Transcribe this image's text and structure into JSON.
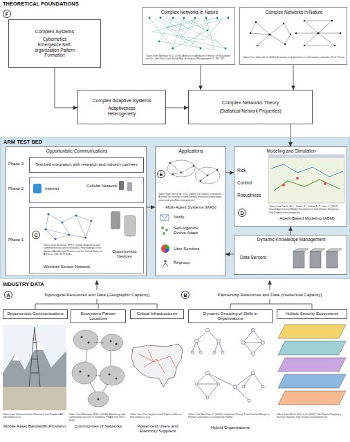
{
  "diagram": {
    "nodes": [
      {
        "text": [
          "Complex Systems",
          "Cybernetics Emergence Self-organization Pattern Formation"
        ]
      },
      {
        "text": [
          "Complex Networks in Nature",
          "Taken from Martinez N.D. (1991) Artifacts or Attributes? Effects of Resolution on the Little Rock Lake Food Web. Ecological Monographs 61, 367-392."
        ]
      },
      {
        "text": [
          "Complex Networks in Nature",
          "Taken from Valverde S. (2005) Evolution and dynamics in information networks, Ph.D Thesis."
        ]
      },
      {
        "text": [
          "Complex Adaptive Systems",
          "Adaptiveness Heterogeneity"
        ]
      },
      {
        "text": [
          "Complex Networks Theory",
          "(Statistical Network Properties)"
        ]
      },
      {
        "text": [
          "ARM TEST BED"
        ]
      },
      {
        "text": [
          "Opportunistic Communications"
        ],
        "in": 5
      },
      {
        "text": [
          "Test bed integration with research and industry partners"
        ],
        "in": 6
      },
      {
        "text": [
          "Internet",
          "Cellular Network"
        ],
        "in": 6
      },
      {
        "text": [
          "Wireless Sensor Network",
          "Opportunistic Devices",
          "Taken from Newman, M.E.J. (2006) Modularity and community structure in networks, Proceedings of the National Academy of Sciences of the United States of America, 103, 8577-8582."
        ],
        "in": 6
      },
      {
        "text": [
          "C"
        ],
        "in": 9
      },
      {
        "text": [
          "Applications",
          "Taken from Giess, M. et al. (2003) The holonic enterprise: A model for Internet-enabled global manufacturing supply chain and workflow management.",
          "Multi-Agent Systems (MAS)",
          "Notify",
          "Self-organize Evolve Adapt",
          "User Services",
          "Regroup"
        ],
        "in": 5
      },
      {
        "text": [
          "E"
        ],
        "in": 11
      },
      {
        "text": [
          "Modeling and Simulation",
          "Risk",
          "Control",
          "Robustness",
          "Agent-Based Modeling (ABM)",
          "Taken from North, M.J., Tatara, E., Collier, N.T., Ozik, J. (2007) Visual Agent-based Model Development with Repast Simphony, http://repast.sourceforge.net"
        ],
        "in": 5
      },
      {
        "text": [
          "D"
        ],
        "in": 13
      },
      {
        "text": [
          "Dynamic Knowledge Management",
          "Data Servers"
        ],
        "in": 5
      },
      {
        "text": [
          "F"
        ]
      },
      {
        "text": [
          "A"
        ]
      },
      {
        "text": [
          "B"
        ]
      },
      {
        "text": [
          "Opportunistic Communications"
        ]
      },
      {
        "text": [
          "Ecosystem Partner Locations"
        ]
      },
      {
        "text": [
          "Critical Infrastructures"
        ]
      },
      {
        "text": [
          "Dynamic Grouping of Skills in Organizations"
        ]
      },
      {
        "text": [
          "Holistic Security Ecosystems"
        ]
      }
    ],
    "edges": [
      {
        "from": 0,
        "to": 3,
        "arrow": "to"
      },
      {
        "from": 1,
        "to": 4,
        "arrow": "to"
      },
      {
        "from": 2,
        "to": 4,
        "arrow": "to"
      },
      {
        "from": 3,
        "to": 4,
        "arrow": "to"
      },
      {
        "from": 4,
        "to": 13,
        "arrow": "to"
      },
      {
        "from": 15,
        "to": 11,
        "arrow": "to"
      },
      {
        "from": 6,
        "to": 11,
        "arrow": "to"
      },
      {
        "from": 11,
        "to": 13,
        "arrow": "to"
      },
      {
        "from": 15,
        "to": 13,
        "arrow": "to"
      }
    ],
    "labels": [
      "THEORETICAL FOUNDATIONS",
      "Phase 3",
      "Phase 2",
      "Phase 1",
      "INDUSTRY DATA",
      "Topological Resources and Data (Geographic Capacity)",
      "Partnership Resources and Data (Intellectual Capacity)",
      "Taken from Communication Research Lab Sweden AB, http://www.crl.se",
      "Mobile Asset Bandwidth Provision",
      "Taken from Newman, M.E.J. (2006) Modularity and community structure in networks. PNAS 103, 8577-8582.",
      "Communities of Networks",
      "Taken from The Virginia Lamb Rights Cable co. http://www.vrc.org",
      "Power Grid Users and Electricity Suppliers",
      "Taken from Bar-Yam, Y. (2005) Complexity Rising: From Human Beings to Human Civilization, a Complexity Profile.",
      "Hybrid Organizations",
      "Taken from North, M.J. et al. (2007) The Repast Simphony Runtime System, http://repast.sourceforge.net"
    ]
  }
}
